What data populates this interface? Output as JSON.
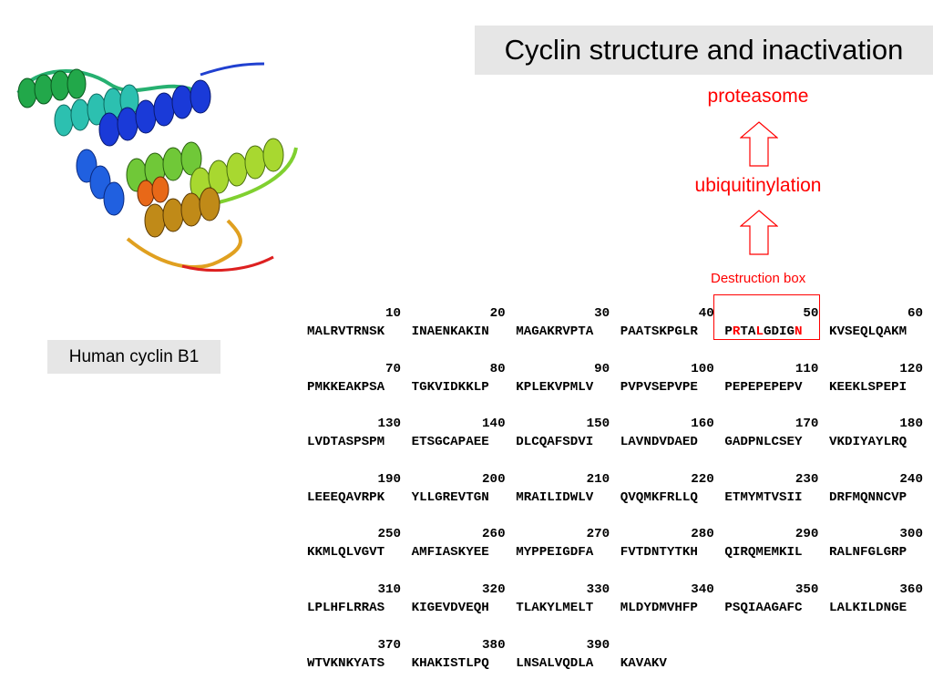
{
  "title": "Cyclin structure and inactivation",
  "caption": "Human cyclin B1",
  "pathway": {
    "top": "proteasome",
    "middle": "ubiquitinylation",
    "box_label": "Destruction box"
  },
  "colors": {
    "accent": "#ff0000",
    "panel": "#e6e6e6"
  },
  "image_description_icon": "protein-ribbon-structure",
  "sequence_blocks": [
    {
      "numbers": [
        "10",
        "20",
        "30",
        "40",
        "50",
        "60"
      ],
      "groups": [
        "MALRVTRNSK",
        "INAENKAKIN",
        "MAGAKRVPTA",
        "PAATSKPGLR",
        "PRTALGDIGN",
        "KVSEQLQAKM"
      ]
    },
    {
      "numbers": [
        "70",
        "80",
        "90",
        "100",
        "110",
        "120"
      ],
      "groups": [
        "PMKKEAKPSA",
        "TGKVIDKKLP",
        "KPLEKVPMLV",
        "PVPVSEPVPE",
        "PEPEPEPEPV",
        "KEEKLSPEPI"
      ]
    },
    {
      "numbers": [
        "130",
        "140",
        "150",
        "160",
        "170",
        "180"
      ],
      "groups": [
        "LVDTASPSPM",
        "ETSGCAPAEE",
        "DLCQAFSDVI",
        "LAVNDVDAED",
        "GADPNLCSEY",
        "VKDIYAYLRQ"
      ]
    },
    {
      "numbers": [
        "190",
        "200",
        "210",
        "220",
        "230",
        "240"
      ],
      "groups": [
        "LEEEQAVRPK",
        "YLLGREVTGN",
        "MRAILIDWLV",
        "QVQMKFRLLQ",
        "ETMYMTVSII",
        "DRFMQNNCVP"
      ]
    },
    {
      "numbers": [
        "250",
        "260",
        "270",
        "280",
        "290",
        "300"
      ],
      "groups": [
        "KKMLQLVGVT",
        "AMFIASKYEE",
        "MYPPEIGDFA",
        "FVTDNTYTKH",
        "QIRQMEMKIL",
        "RALNFGLGRP"
      ]
    },
    {
      "numbers": [
        "310",
        "320",
        "330",
        "340",
        "350",
        "360"
      ],
      "groups": [
        "LPLHFLRRAS",
        "KIGEVDVEQH",
        "TLAKYLMELT",
        "MLDYDMVHFP",
        "PSQIAAGAFC",
        "LALKILDNGE"
      ]
    },
    {
      "numbers": [
        "370",
        "380",
        "390"
      ],
      "groups": [
        "WTVKNKYATS",
        "KHAKISTLPQ",
        "LNSALVQDLA",
        "KAVAKV"
      ]
    }
  ],
  "destruction_box_parts": [
    "P",
    "R",
    "TA",
    "L",
    "GDIG",
    "N"
  ]
}
